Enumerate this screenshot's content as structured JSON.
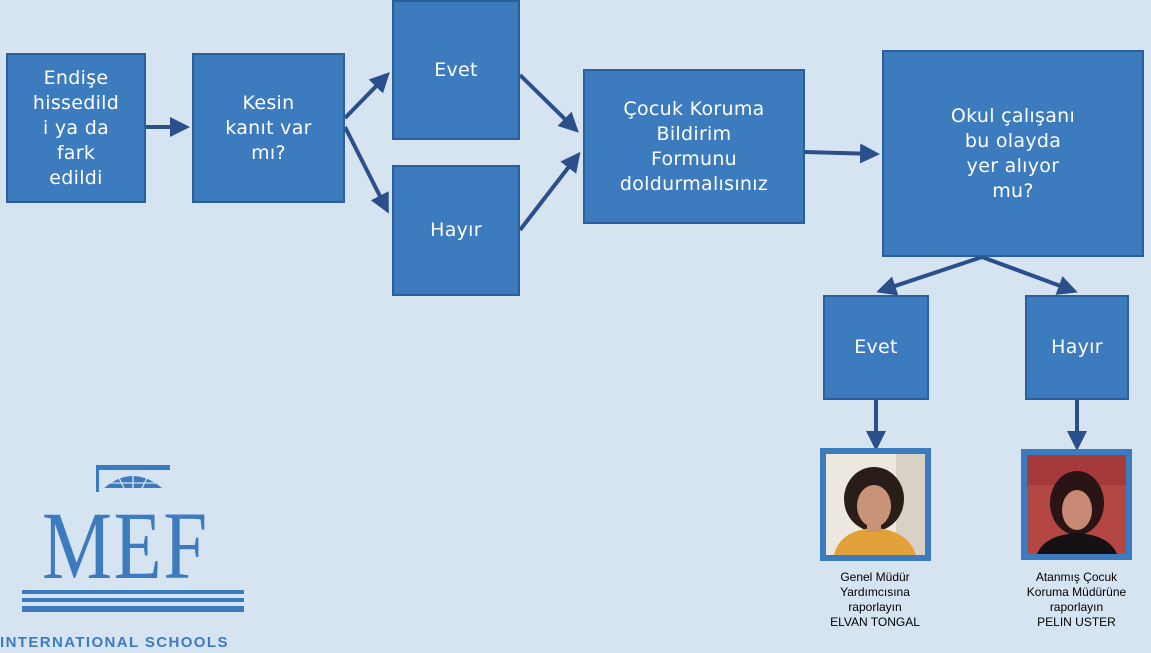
{
  "nodes": {
    "concern": "Endişe\nhissedild\ni ya da\nfark\nedildi",
    "evidence": "Kesin\nkanıt var\nmı?",
    "yes1": "Evet",
    "no1": "Hayır",
    "form": "Çocuk Koruma\nBildirim\nFormunu\ndoldurmalısınız",
    "staff": "Okul çalışanı\nbu olayda\nyer alıyor\nmu?",
    "yes2": "Evet",
    "no2": "Hayır"
  },
  "contacts": {
    "left_caption": "Genel Müdür\nYardımcısına\nraporlayın\nELVAN TONGAL",
    "right_caption": "Atanmış Çocuk\nKoruma Müdürüne\nraporlayın\nPELIN USTER"
  },
  "logo": {
    "name": "MEF",
    "subtitle": "INTERNATIONAL SCHOOLS"
  },
  "colors": {
    "box": "#3d7bbf",
    "background": "#d6e3f1",
    "arrow": "#2a4f8a"
  }
}
